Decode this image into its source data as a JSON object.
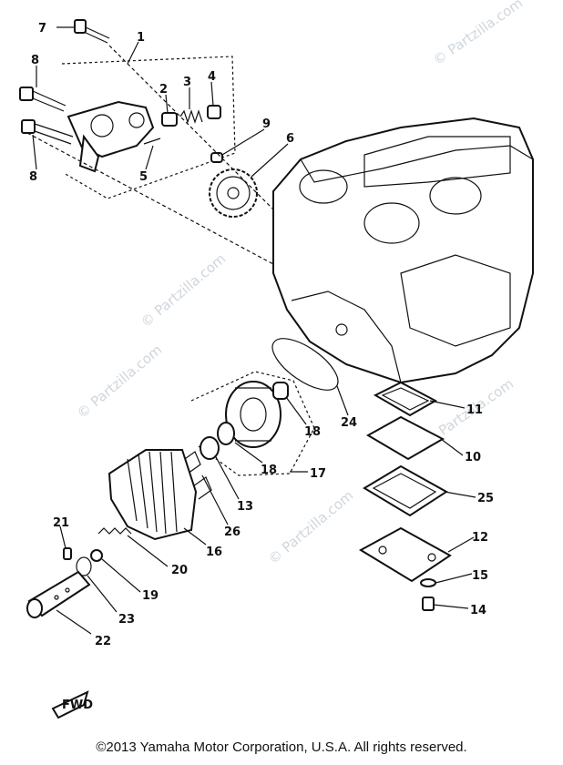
{
  "watermarks": [
    "© Partzilla.com",
    "© Partzilla.com",
    "© Partzilla.com",
    "© Partzilla.com",
    "© Partzilla.com"
  ],
  "fwd_label": "FWD",
  "callouts": [
    "7",
    "1",
    "8",
    "2",
    "3",
    "4",
    "9",
    "6",
    "8",
    "5",
    "24",
    "11",
    "18",
    "10",
    "17",
    "18",
    "25",
    "13",
    "26",
    "16",
    "12",
    "21",
    "20",
    "15",
    "19",
    "23",
    "14",
    "22"
  ],
  "copyright": "©2013  Yamaha Motor Corporation, U.S.A. All rights reserved."
}
